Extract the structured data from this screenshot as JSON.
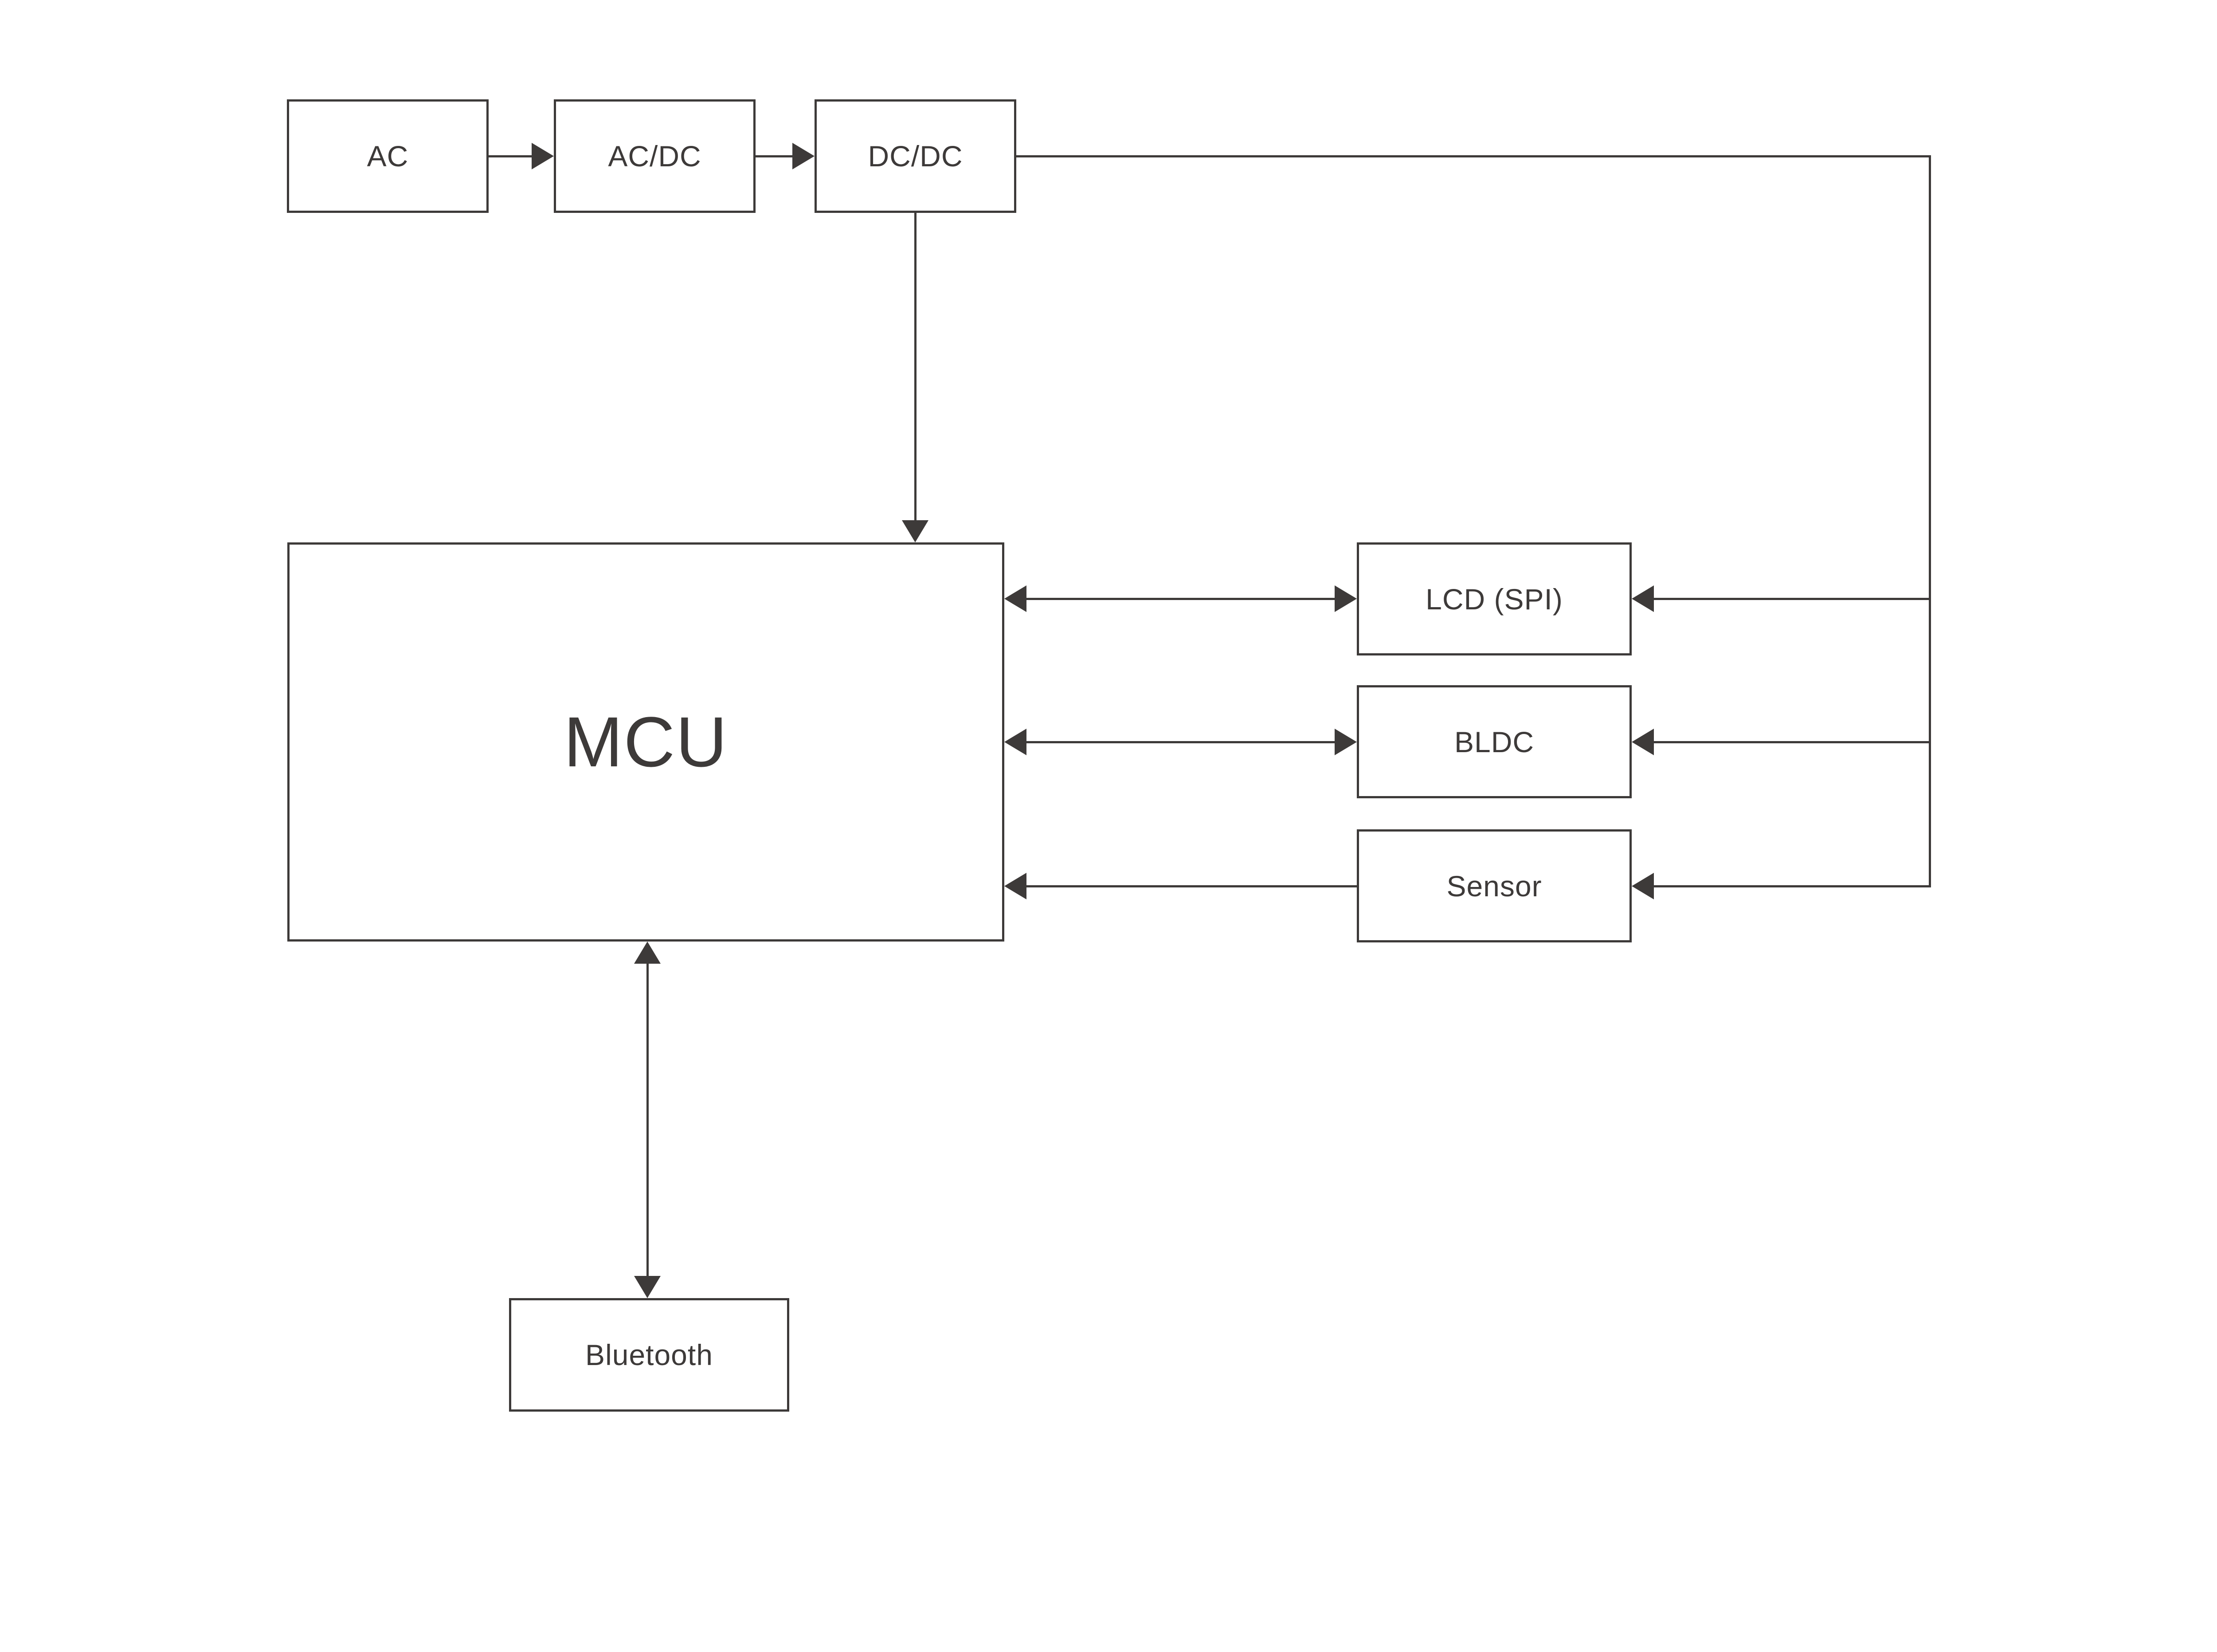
{
  "diagram": {
    "type": "block-diagram",
    "title": "MCU power and peripheral block diagram",
    "colors": {
      "line": "#3d3a39",
      "text": "#3d3a39",
      "background": "#ffffff",
      "node_fill": "#ffffff"
    },
    "nodes": {
      "ac": {
        "label": "AC"
      },
      "acdc": {
        "label": "AC/DC"
      },
      "dcdc": {
        "label": "DC/DC"
      },
      "mcu": {
        "label": "MCU"
      },
      "lcd": {
        "label": "LCD (SPI)"
      },
      "bldc": {
        "label": "BLDC"
      },
      "sensor": {
        "label": "Sensor"
      },
      "bluetooth": {
        "label": "Bluetooth"
      }
    },
    "edges": [
      {
        "from": "ac",
        "to": "acdc",
        "direction": "one-way"
      },
      {
        "from": "acdc",
        "to": "dcdc",
        "direction": "one-way"
      },
      {
        "from": "dcdc",
        "to": "mcu",
        "direction": "one-way"
      },
      {
        "from": "dcdc",
        "to": "lcd",
        "direction": "one-way"
      },
      {
        "from": "dcdc",
        "to": "bldc",
        "direction": "one-way"
      },
      {
        "from": "dcdc",
        "to": "sensor",
        "direction": "one-way"
      },
      {
        "from": "mcu",
        "to": "lcd",
        "direction": "two-way"
      },
      {
        "from": "mcu",
        "to": "bldc",
        "direction": "two-way"
      },
      {
        "from": "sensor",
        "to": "mcu",
        "direction": "one-way"
      },
      {
        "from": "mcu",
        "to": "bluetooth",
        "direction": "two-way"
      }
    ]
  }
}
